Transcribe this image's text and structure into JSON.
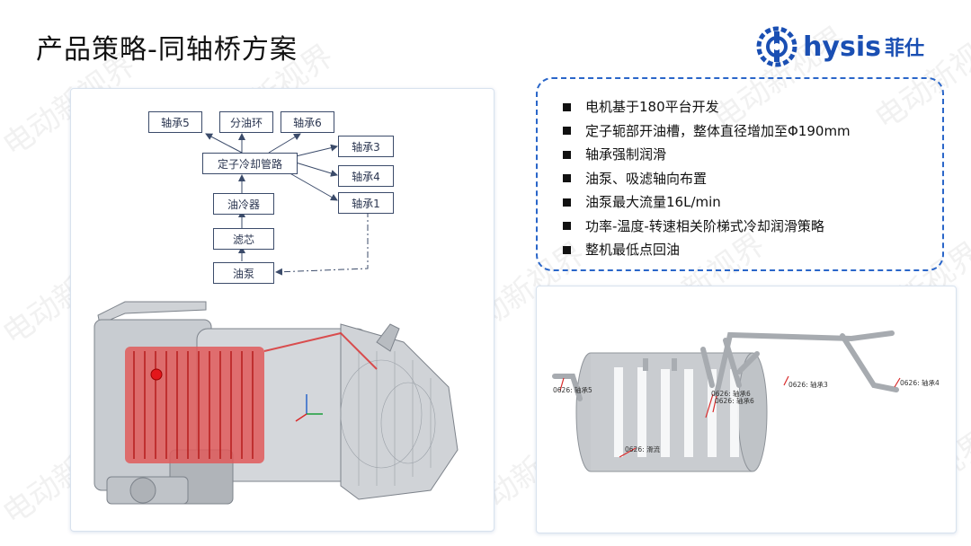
{
  "page": {
    "title": "产品策略-同轴桥方案",
    "watermark": "电动新视界"
  },
  "logo": {
    "word": "hysis",
    "cn": "菲仕"
  },
  "flowchart": {
    "nodes": {
      "bearing5": "轴承5",
      "oil_ring": "分油环",
      "bearing6": "轴承6",
      "stator_pipe": "定子冷却管路",
      "bearing3": "轴承3",
      "bearing4": "轴承4",
      "bearing1": "轴承1",
      "oil_cooler": "油冷器",
      "filter": "滤芯",
      "oil_pump": "油泵"
    }
  },
  "features": [
    "电机基于180平台开发",
    "定子轭部开油槽，整体直径增加至Φ190mm",
    "轴承强制润滑",
    "油泵、吸滤轴向布置",
    "油泵最大流量16L/min",
    "功率-温度-转速相关阶梯式冷却润滑策略",
    "整机最低点回油"
  ],
  "model_labels": {
    "b5": "0626: 轴承5",
    "b6": "0626: 轴承6",
    "b6b": "0626: 轴承6",
    "b3": "0626: 轴承3",
    "b4": "0626: 轴承4",
    "flow": "0626: 滑流"
  },
  "colors": {
    "accent": "#2a66c9",
    "brand": "#1a4fb3",
    "cooling_red": "#d92a2a"
  }
}
